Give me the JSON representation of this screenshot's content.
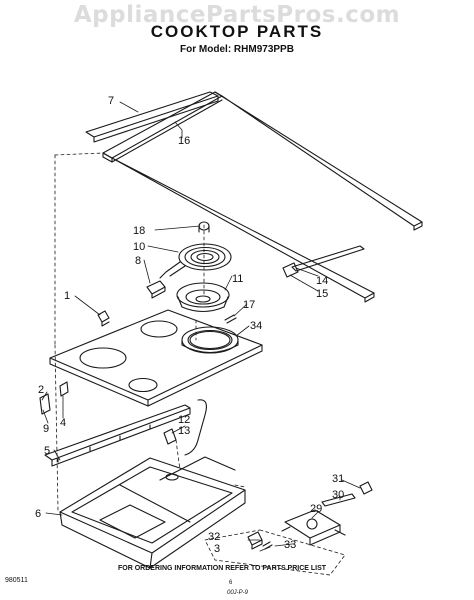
{
  "watermark": "AppliancePartsPros.com",
  "title": "COOKTOP PARTS",
  "model_line": "For Model: RHM973PPB",
  "callouts": [
    "7",
    "16",
    "18",
    "10",
    "8",
    "11",
    "17",
    "34",
    "1",
    "14",
    "15",
    "2",
    "4",
    "9",
    "5",
    "12",
    "13",
    "6",
    "31",
    "30",
    "29",
    "32",
    "3",
    "33"
  ],
  "footer": {
    "code": "980511",
    "note": "FOR ORDERING INFORMATION REFER TO PARTS PRICE LIST",
    "page": "6",
    "handwritten": "00J-P-9"
  }
}
